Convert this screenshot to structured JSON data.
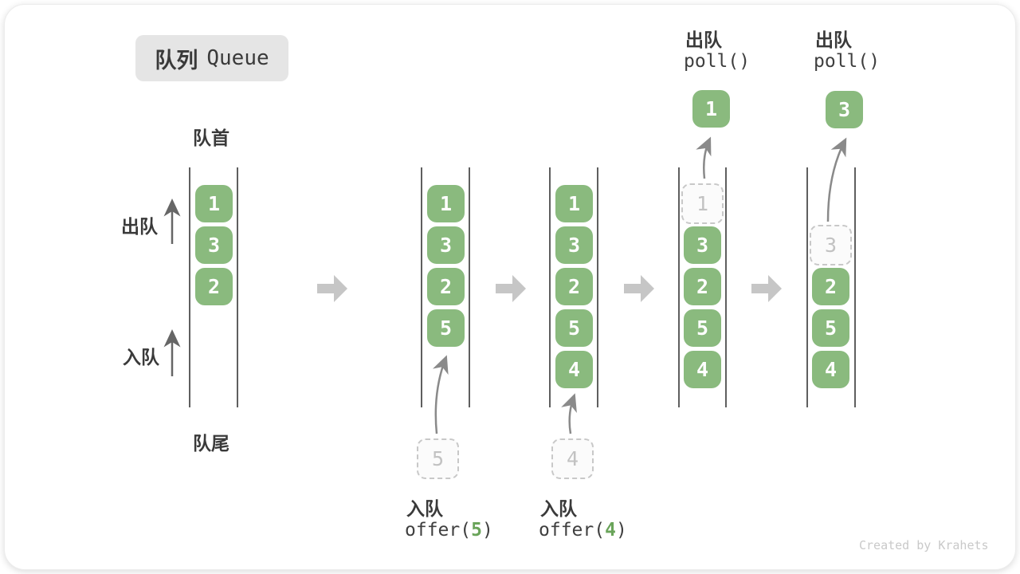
{
  "title": {
    "zh": "队列",
    "en": "Queue"
  },
  "side_labels": {
    "front": "队首",
    "rear": "队尾",
    "dequeue": "出队",
    "enqueue": "入队"
  },
  "states": [
    {
      "boxes": [
        {
          "value": "1"
        },
        {
          "value": "3"
        },
        {
          "value": "2"
        }
      ]
    },
    {
      "boxes": [
        {
          "value": "1"
        },
        {
          "value": "3"
        },
        {
          "value": "2"
        },
        {
          "value": "5"
        }
      ],
      "incoming": "5"
    },
    {
      "boxes": [
        {
          "value": "1"
        },
        {
          "value": "3"
        },
        {
          "value": "2"
        },
        {
          "value": "5"
        },
        {
          "value": "4"
        }
      ],
      "incoming": "4"
    },
    {
      "boxes": [
        {
          "value": "1",
          "dashed": true
        },
        {
          "value": "3"
        },
        {
          "value": "2"
        },
        {
          "value": "5"
        },
        {
          "value": "4"
        }
      ],
      "outgoing": "1"
    },
    {
      "boxes": [
        {
          "value": "3",
          "dashed": true
        },
        {
          "value": "2"
        },
        {
          "value": "5"
        },
        {
          "value": "4"
        }
      ],
      "outgoing": "3"
    }
  ],
  "enqueue_ops": [
    {
      "label": "入队",
      "fn": "offer(",
      "arg": "5",
      "close": ")"
    },
    {
      "label": "入队",
      "fn": "offer(",
      "arg": "4",
      "close": ")"
    }
  ],
  "dequeue_ops": [
    {
      "label": "出队",
      "code": "poll()"
    },
    {
      "label": "出队",
      "code": "poll()"
    }
  ],
  "watermark": "Created by Krahets",
  "colors": {
    "item_green": "#8aba7e",
    "code_arg_green": "#6aa45a",
    "dashed_border": "#c8c8c8",
    "wall_line": "#5f5f5f",
    "flow_arrow": "#c6c6c6",
    "curve_arrow": "#8a8a8a",
    "badge_bg": "#e5e5e5",
    "text_dark": "#3a3a3a"
  }
}
